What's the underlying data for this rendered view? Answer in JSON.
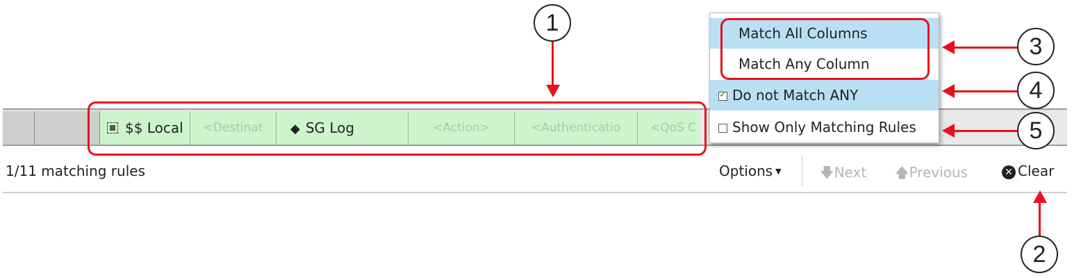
{
  "filter_row": {
    "cells": [
      {
        "label": "$$ Local",
        "icon": "object-icon",
        "empty": false
      },
      {
        "label": "<Destinat",
        "empty": true
      },
      {
        "label": "SG Log",
        "icon": "diamond-icon",
        "empty": false
      },
      {
        "label": "<Action>",
        "empty": true
      },
      {
        "label": "<Authenticatio",
        "empty": true
      },
      {
        "label": "<QoS C",
        "empty": true
      }
    ]
  },
  "status_bar": {
    "match_count": "1/11 matching rules",
    "options_label": "Options",
    "next_label": "Next",
    "previous_label": "Previous",
    "clear_label": "Clear"
  },
  "dropdown": {
    "items": [
      {
        "label": "Match All Columns",
        "highlighted": true
      },
      {
        "label": "Match Any Column",
        "highlighted": false
      },
      {
        "label": "Do not Match ANY",
        "checked": true,
        "highlighted": true
      },
      {
        "label": "Show Only Matching Rules",
        "checked": false,
        "highlighted": false
      }
    ]
  },
  "annotations": [
    "1",
    "2",
    "3",
    "4",
    "5"
  ],
  "colors": {
    "annotation_red": "#e8101a",
    "cell_green": "#ccf5cc",
    "highlight_blue": "#b9dff5"
  }
}
